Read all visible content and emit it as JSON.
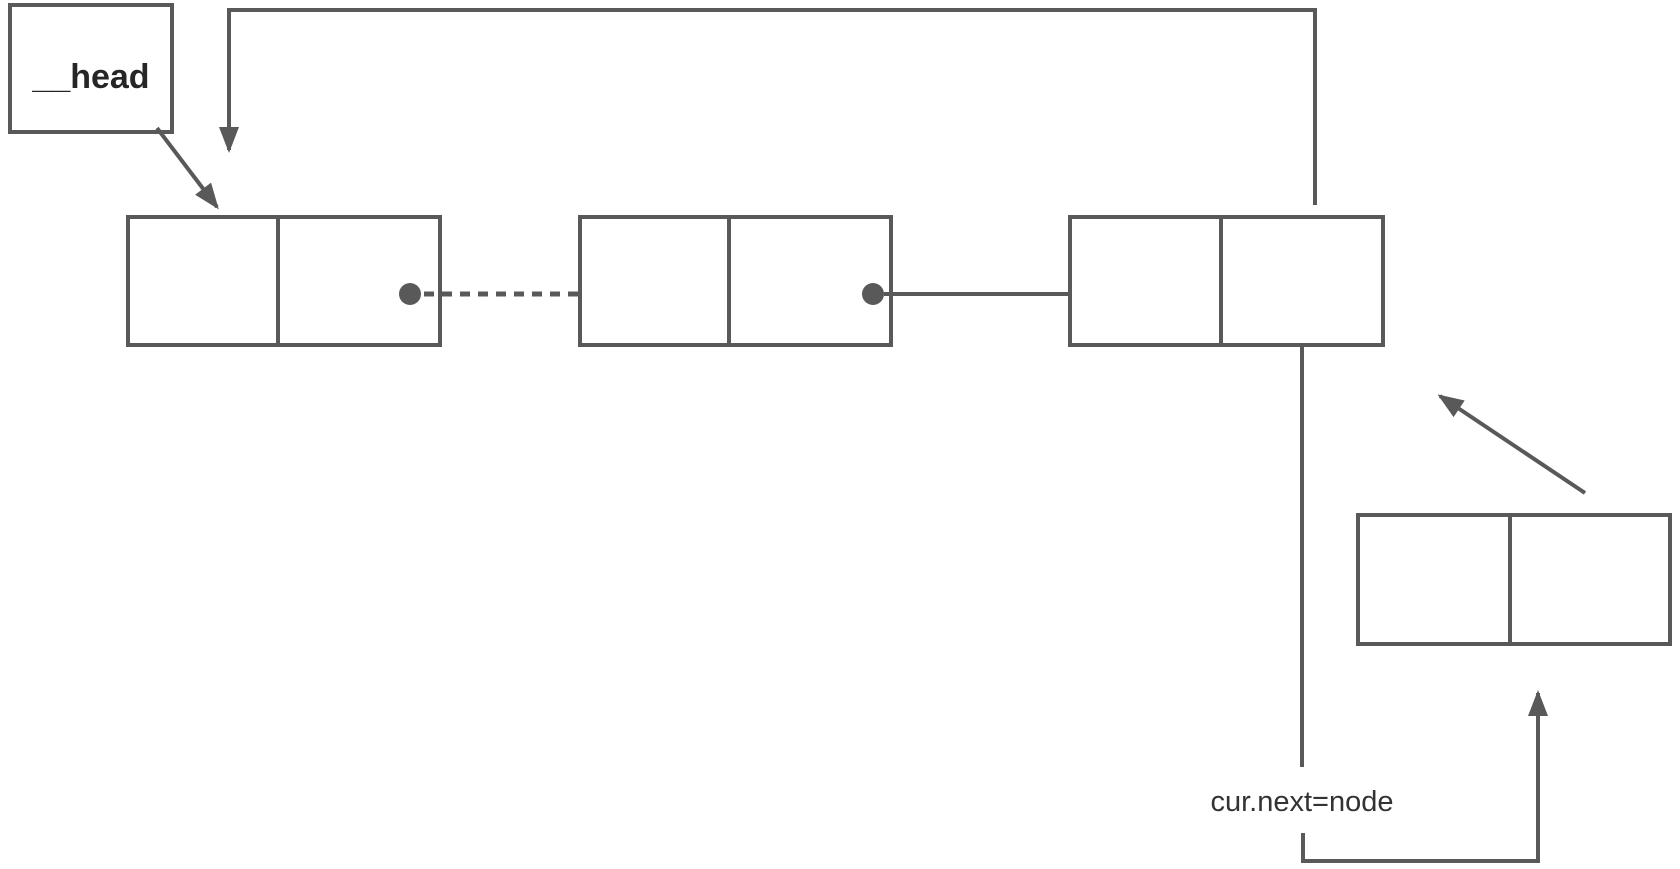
{
  "diagram": {
    "head_label": "__head",
    "operation_label": "cur.next=node",
    "colors": {
      "line": "#595959",
      "head_text": "#262626",
      "label_text": "#333333",
      "background": "#ffffff",
      "node_fill": "#ffffff"
    },
    "nodes": [
      {
        "name": "node-1",
        "data_cell": "",
        "next_cell": ""
      },
      {
        "name": "node-2",
        "data_cell": "",
        "next_cell": ""
      },
      {
        "name": "node-3",
        "data_cell": "",
        "next_cell": ""
      },
      {
        "name": "new-node",
        "data_cell": "",
        "next_cell": ""
      }
    ]
  }
}
